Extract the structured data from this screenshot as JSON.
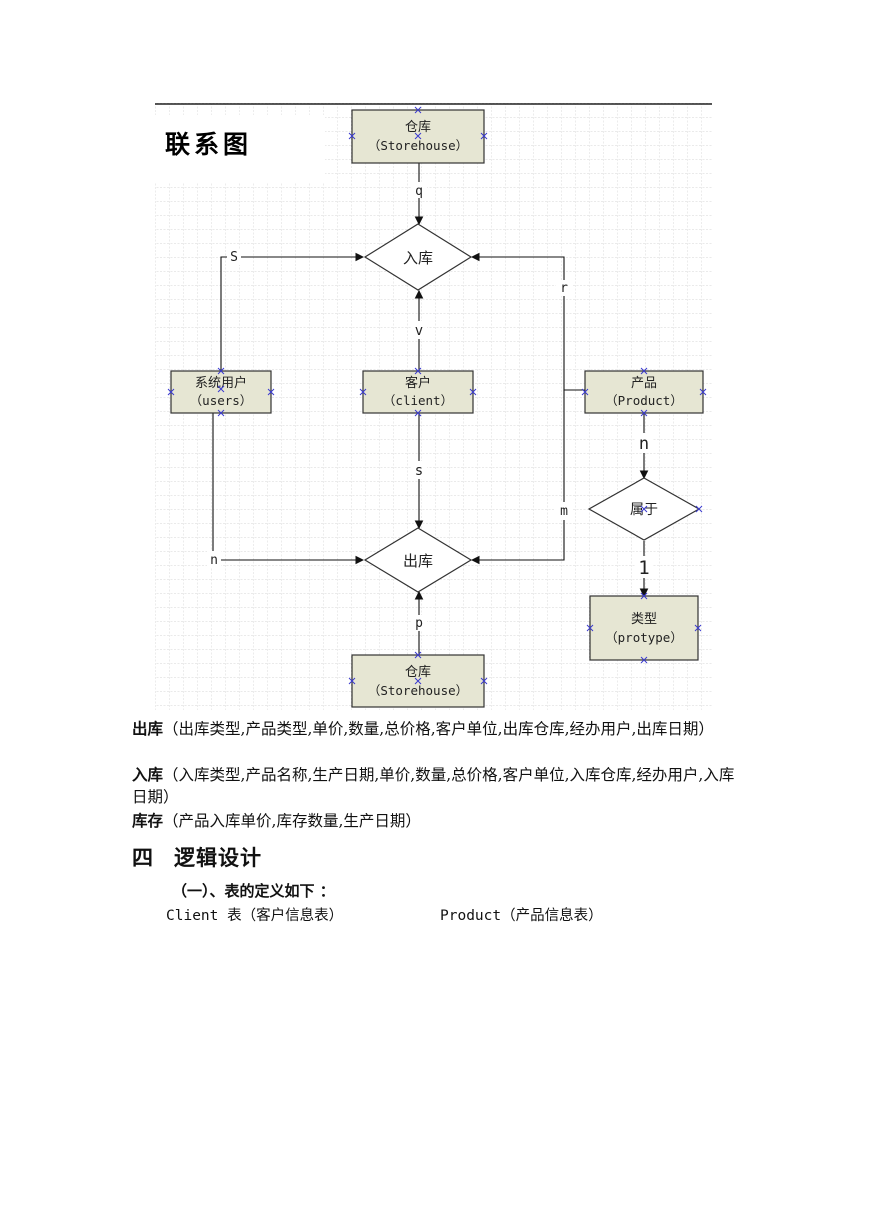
{
  "diagram": {
    "title": "联系图",
    "entities": {
      "storehouse_top": {
        "cn": "仓库",
        "en": "（Storehouse）"
      },
      "users": {
        "cn": "系统用户",
        "en": "（users）"
      },
      "client": {
        "cn": "客户",
        "en": "（client）"
      },
      "product": {
        "cn": "产品",
        "en": "（Product）"
      },
      "protype": {
        "cn": "类型",
        "en": "（protype）"
      },
      "storehouse_bottom": {
        "cn": "仓库",
        "en": "（Storehouse）"
      }
    },
    "relationships": {
      "inbound": "入库",
      "outbound": "出库",
      "belongs": "属于"
    },
    "cardinalities": {
      "q": "q",
      "s_users": "S",
      "r": "r",
      "v": "v",
      "s_client": "s",
      "n_product": "n",
      "m": "m",
      "n_users": "n",
      "one": "1",
      "p": "p"
    },
    "colors": {
      "entity_fill": "#e6e6d3",
      "grid": "#c8c8c8",
      "marker": "#3b3bd0"
    }
  },
  "text": {
    "outbound_label": "出库",
    "outbound_attrs": "（出库类型,产品类型,单价,数量,总价格,客户单位,出库仓库,经办用户,出库日期）",
    "inbound_label": "入库",
    "inbound_attrs": "（入库类型,产品名称,生产日期,单价,数量,总价格,客户单位,入库仓库,经办用户,入库日期）",
    "stock_label": "库存",
    "stock_attrs": "（产品入库单价,库存数量,生产日期）",
    "section_number": "四",
    "section_title": "逻辑设计",
    "subheading": "（一）、表的定义如下 ：",
    "client_caption": "Client 表（客户信息表）",
    "product_caption": "Product（产品信息表）"
  }
}
